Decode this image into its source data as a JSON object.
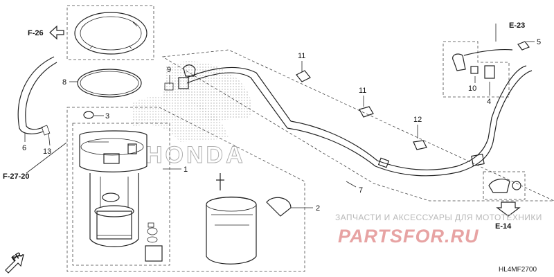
{
  "callouts": {
    "c1": "1",
    "c2": "2",
    "c3": "3",
    "c4": "4",
    "c5": "5",
    "c6": "6",
    "c7": "7",
    "c8": "8",
    "c9": "9",
    "c10": "10",
    "c11a": "11",
    "c11b": "11",
    "c12": "12",
    "c13": "13"
  },
  "refs": {
    "f26": "F-26",
    "f2720": "F-27-20",
    "e23": "E-23",
    "e14": "E-14",
    "fr": "FR."
  },
  "logo": {
    "text": "HONDA"
  },
  "watermark": {
    "top_line": "ЗАПЧАСТИ И АКСЕССУАРЫ ДЛЯ МОТОТЕХНИКИ",
    "brand": "PARTSFOR.RU"
  },
  "diagram_code": "HL4MF2700"
}
